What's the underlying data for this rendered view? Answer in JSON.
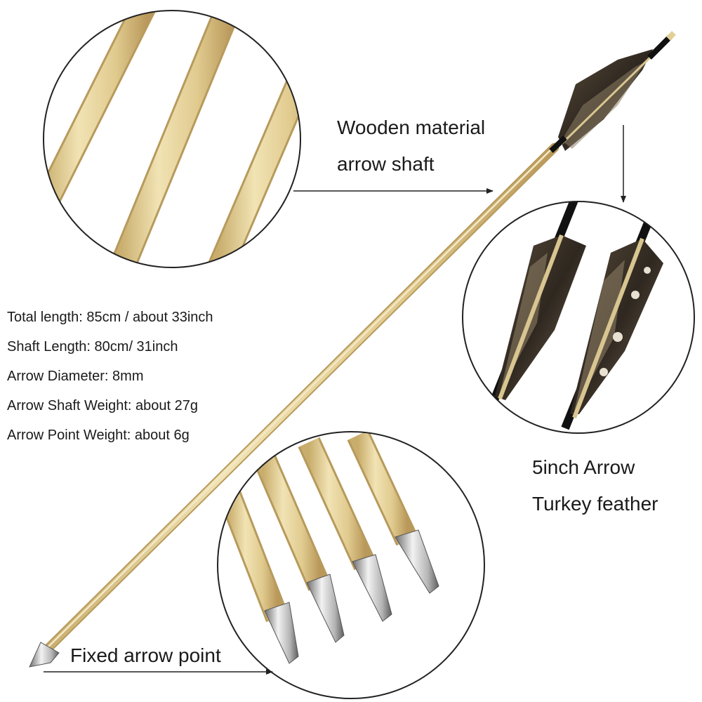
{
  "callouts": {
    "shaft_line1": "Wooden material",
    "shaft_line2": "arrow shaft",
    "feather_line1": "5inch Arrow",
    "feather_line2": "Turkey feather",
    "point": "Fixed arrow point"
  },
  "specs": [
    "Total length: 85cm / about 33inch",
    "Shaft Length: 80cm/ 31inch",
    "Arrow Diameter: 8mm",
    "Arrow Shaft Weight: about 27g",
    "Arrow Point Weight: about 6g"
  ],
  "colors": {
    "wood": "#e2cf98",
    "wood_dark": "#c9b070",
    "feather_dark": "#3a322a",
    "feather_light": "#8a7a62",
    "steel": "#b8b8b8",
    "outline": "#222222"
  }
}
